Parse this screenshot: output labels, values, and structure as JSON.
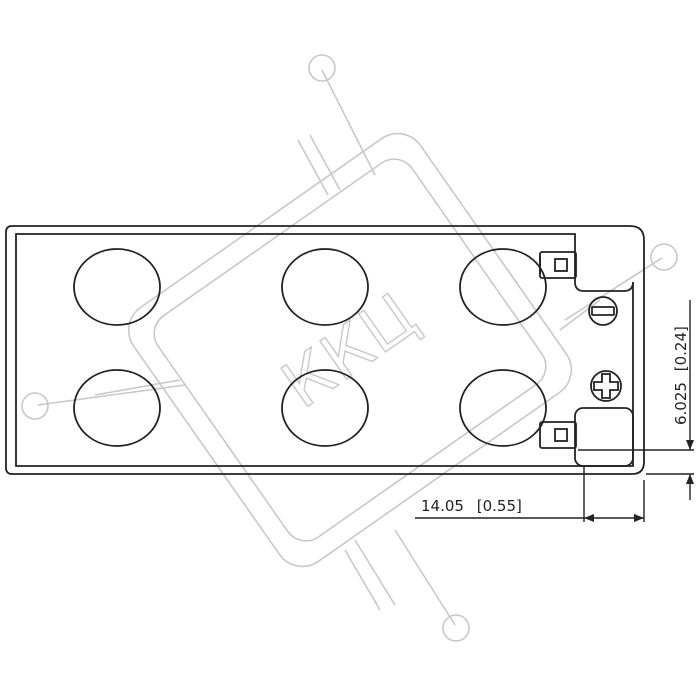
{
  "watermark": {
    "text": "ККЦ"
  },
  "dimensions": {
    "horizontal": {
      "value": "14.05",
      "inch": "[0.55]"
    },
    "vertical": {
      "value": "6.025",
      "inch": "[0.24]"
    }
  },
  "colors": {
    "line": "#222222",
    "watermark": "#c8c8c8"
  }
}
